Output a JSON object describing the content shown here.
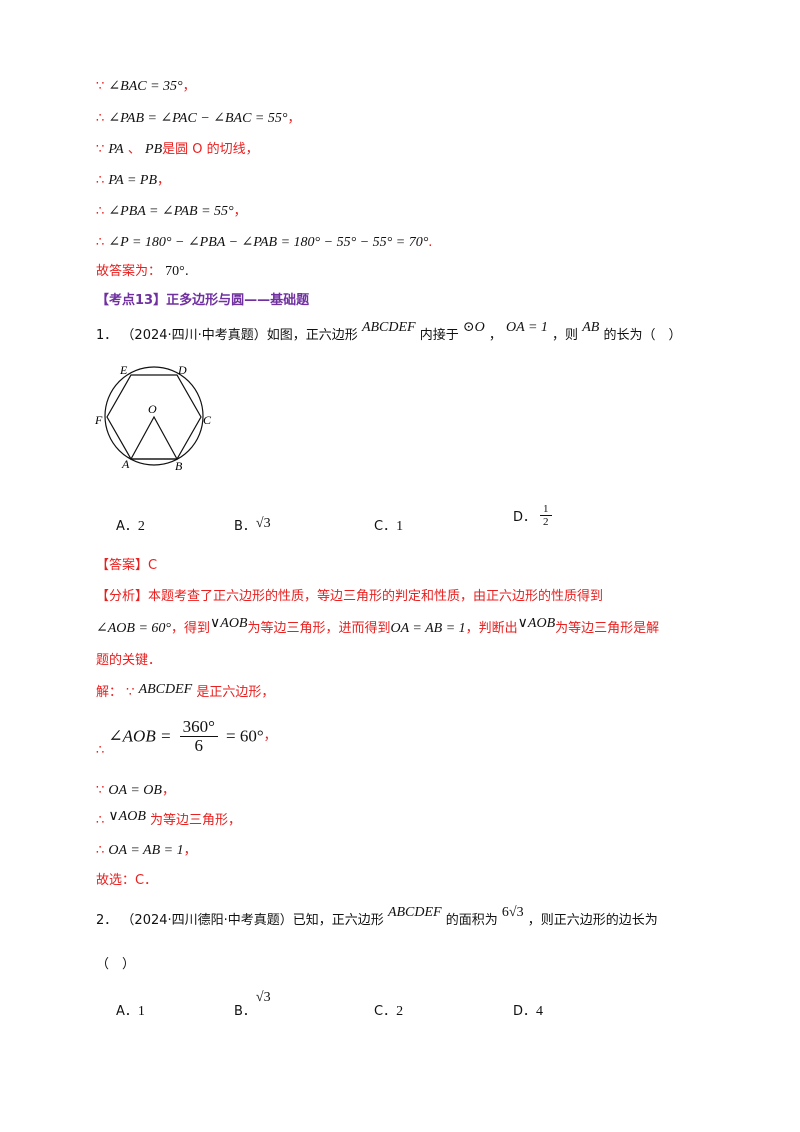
{
  "top_lines": [
    {
      "sym": "∵",
      "math": "∠BAC = 35°",
      "tail": "，"
    },
    {
      "sym": "∴",
      "math": "∠PAB = ∠PAC − ∠BAC = 55°",
      "tail": "，"
    },
    {
      "sym": "∵",
      "math": "PA",
      "mid": "、",
      "math2": "PB",
      "tail": "是圆 O 的切线，"
    },
    {
      "sym": "∴",
      "math": "PA = PB",
      "tail": "，"
    },
    {
      "sym": "∴",
      "math": "∠PBA = ∠PAB = 55°",
      "tail": "，"
    },
    {
      "sym": "∴",
      "math": "∠P = 180° − ∠PBA − ∠PAB = 180° − 55° − 55° = 70°",
      "tail": "."
    }
  ],
  "answer_prev": {
    "label": "故答案为：",
    "value": "70°",
    "tail": "."
  },
  "section_heading": "【考点13】正多边形与圆——基础题",
  "q1": {
    "num": "1．",
    "source": "（2024·四川·中考真题）",
    "text_a": "如图，正六边形",
    "math_a": "ABCDEF",
    "text_b": "内接于",
    "math_b": "⊙O",
    "text_c": "，",
    "math_c": "OA = 1",
    "text_d": "，则",
    "math_d": "AB",
    "text_e": "的长为（　）",
    "figure_labels": {
      "A": "A",
      "B": "B",
      "C": "C",
      "D": "D",
      "E": "E",
      "F": "F",
      "O": "O"
    },
    "options": [
      {
        "label": "A．",
        "value": "2"
      },
      {
        "label": "B．",
        "value": "√3"
      },
      {
        "label": "C．",
        "value": "1"
      },
      {
        "label": "D．",
        "num": "1",
        "den": "2"
      }
    ],
    "answer": "【答案】C",
    "analysis_1a": "【分析】本题考查了正六边形的性质，等边三角形的判定和性质，由正六边形的性质得到",
    "analysis_2_math1": "∠AOB = 60°",
    "analysis_2_t1": "，得到",
    "analysis_2_math2": "∨AOB",
    "analysis_2_t2": "为等边三角形，进而得到",
    "analysis_2_math3": "OA = AB = 1",
    "analysis_2_t3": "，判断出",
    "analysis_2_math4": "∨AOB",
    "analysis_2_t4": "为等边三角形是解",
    "analysis_3": "题的关键．",
    "sol_label": "解：",
    "sol_1_math": "ABCDEF",
    "sol_1_tail": "是正六边形，",
    "sol_2_left": "∠AOB =",
    "sol_2_num": "360°",
    "sol_2_den": "6",
    "sol_2_right": "= 60°",
    "sol_3_math": "OA = OB",
    "sol_4_math": "∨AOB",
    "sol_4_tail": "为等边三角形，",
    "sol_5_math": "OA = AB = 1",
    "final": "故选：C．"
  },
  "q2": {
    "num": "2．",
    "source": "（2024·四川德阳·中考真题）",
    "text_a": "已知，正六边形",
    "math_a": "ABCDEF",
    "text_b": "的面积为",
    "math_b": "6√3",
    "text_c": "，则正六边形的边长为",
    "paren": "（　）",
    "options": [
      {
        "label": "A．",
        "value": "1"
      },
      {
        "label": "B．",
        "value": "√3"
      },
      {
        "label": "C．",
        "value": "2"
      },
      {
        "label": "D．",
        "value": "4"
      }
    ]
  },
  "symbols": {
    "because": "∵",
    "therefore": "∴",
    "comma": "，",
    "period": "."
  }
}
